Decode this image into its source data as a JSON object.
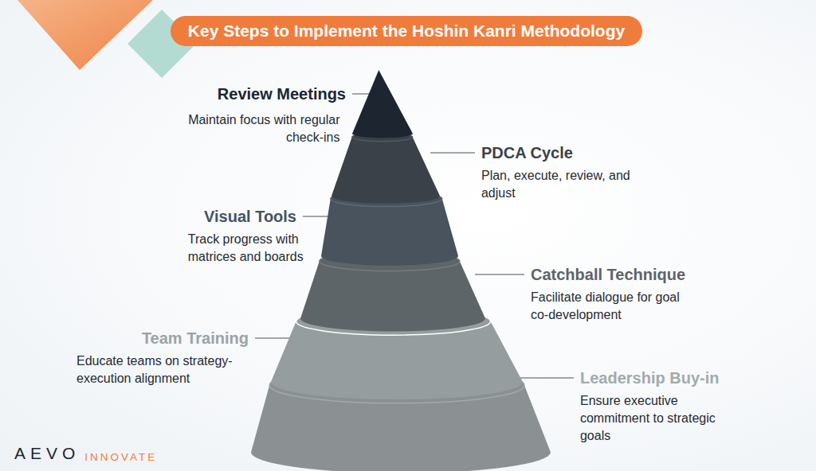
{
  "diagram": {
    "title": "Key Steps to Implement the Hoshin Kanri Methodology",
    "nodes": [
      {
        "text": [
          "Review Meetings",
          "Maintain focus with regular check-ins"
        ]
      },
      {
        "text": [
          "PDCA Cycle",
          "Plan, execute, review, and adjust"
        ]
      },
      {
        "text": [
          "Visual Tools",
          "Track progress with matrices and boards"
        ]
      },
      {
        "text": [
          "Catchball Technique",
          "Facilitate dialogue for goal co-development"
        ]
      },
      {
        "text": [
          "Team Training",
          "Educate teams on strategy-execution alignment"
        ]
      },
      {
        "text": [
          "Leadership Buy-in",
          "Ensure executive commitment to strategic goals"
        ]
      }
    ],
    "labels": [
      "AEVO",
      "INNOVATE"
    ]
  }
}
